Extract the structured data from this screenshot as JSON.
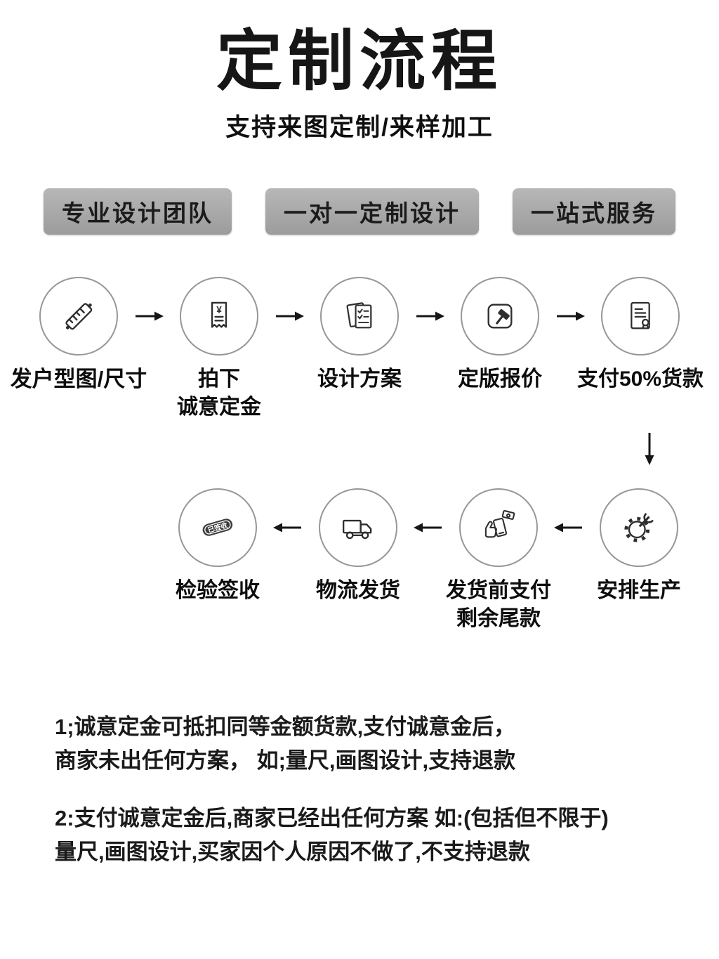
{
  "header": {
    "title": "定制流程",
    "subtitle": "支持来图定制/来样加工"
  },
  "badges": [
    {
      "label": "专业设计团队"
    },
    {
      "label": "一对一定制设计"
    },
    {
      "label": "一站式服务"
    }
  ],
  "flow": {
    "row1": [
      {
        "icon": "ruler-icon",
        "label": "发户型图/尺寸"
      },
      {
        "icon": "deposit-receipt-icon",
        "label": "拍下\n诚意定金",
        "currency_symbol": "¥"
      },
      {
        "icon": "design-plan-icon",
        "label": "设计方案"
      },
      {
        "icon": "finalize-quote-icon",
        "label": "定版报价"
      },
      {
        "icon": "contract-payment-icon",
        "label": "支付50%货款"
      }
    ],
    "row2": [
      {
        "icon": "inspection-stamp-icon",
        "label": "检验签收",
        "stamp_text": "已签收"
      },
      {
        "icon": "delivery-truck-icon",
        "label": "物流发货"
      },
      {
        "icon": "balance-payment-icon",
        "label": "发货前支付\n剩余尾款"
      },
      {
        "icon": "production-gear-icon",
        "label": "安排生产"
      }
    ]
  },
  "notes": [
    {
      "text": "1;诚意定金可抵扣同等金额货款,支付诚意金后，\n商家未出任何方案， 如;量尺,画图设计,支持退款"
    },
    {
      "text": "2:支付诚意定金后,商家已经出任何方案 如:(包括但不限于)\n量尺,画图设计,买家因个人原因不做了,不支持退款"
    }
  ],
  "colors": {
    "badge_bg": "#a8a8a8",
    "circle_border": "#979797",
    "ink": "#111111",
    "stamp_fill": "#3d3d3d"
  }
}
